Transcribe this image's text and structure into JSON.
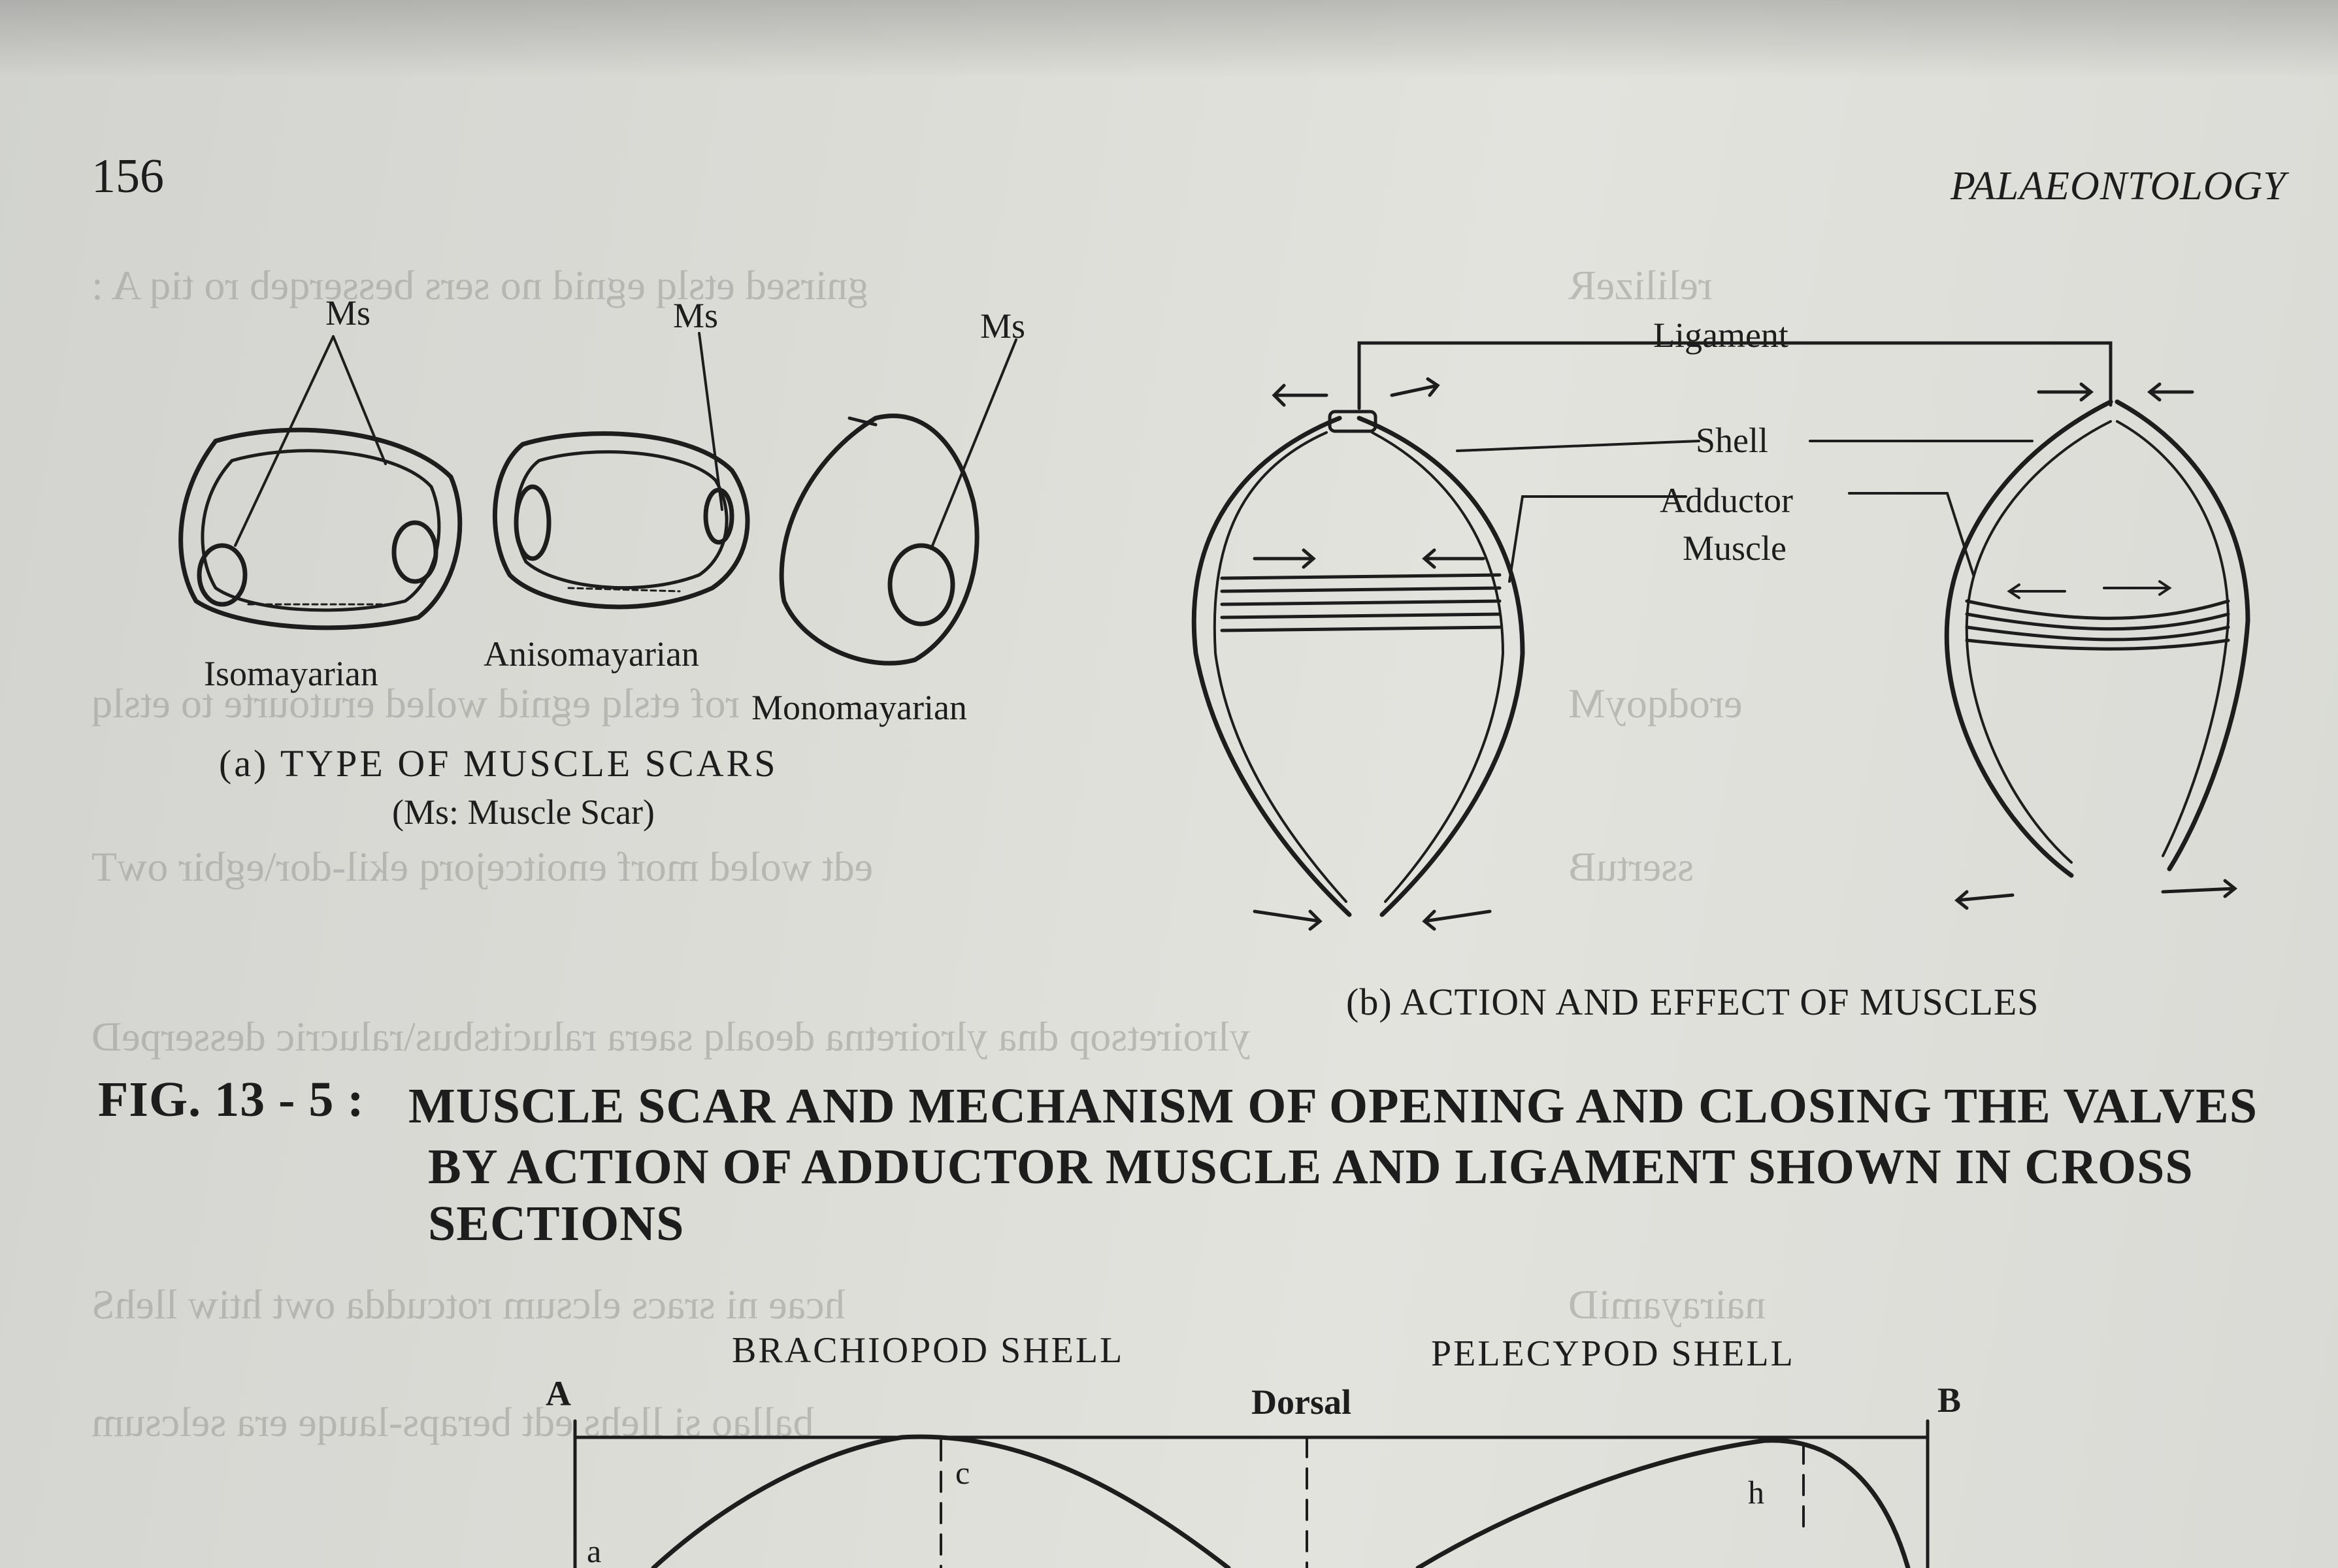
{
  "header": {
    "page_number": "156",
    "running_title": "PALAEONTOLOGY"
  },
  "figure_a": {
    "ms_labels": [
      "Ms",
      "Ms",
      "Ms"
    ],
    "types": [
      "Isomayarian",
      "Anisomayarian",
      "Monomayarian"
    ],
    "caption": "(a)   TYPE   OF  MUSCLE  SCARS",
    "subcaption": "(Ms: Muscle Scar)"
  },
  "figure_b": {
    "labels": {
      "ligament": "Ligament",
      "shell": "Shell",
      "adductor_1": "Adductor",
      "adductor_2": "Muscle"
    },
    "caption": "(b)  ACTION AND EFFECT OF MUSCLES"
  },
  "figure_caption": {
    "number": "FIG. 13 - 5 :",
    "line1": "MUSCLE SCAR AND MECHANISM OF OPENING AND CLOSING THE VALVES",
    "line2": "BY ACTION OF ADDUCTOR MUSCLE AND LIGAMENT SHOWN IN CROSS",
    "line3": "SECTIONS"
  },
  "lower_figure": {
    "left_title": "BRACHIOPOD  SHELL",
    "right_title": "PELECYPOD  SHELL",
    "point_a": "A",
    "point_b": "B",
    "dorsal": "Dorsal",
    "c": "c",
    "h": "h",
    "a": "a"
  },
  "colors": {
    "paper": "#dcdcd7",
    "ink": "#1d1d1d",
    "ghost_ink": "#9a9a96"
  }
}
